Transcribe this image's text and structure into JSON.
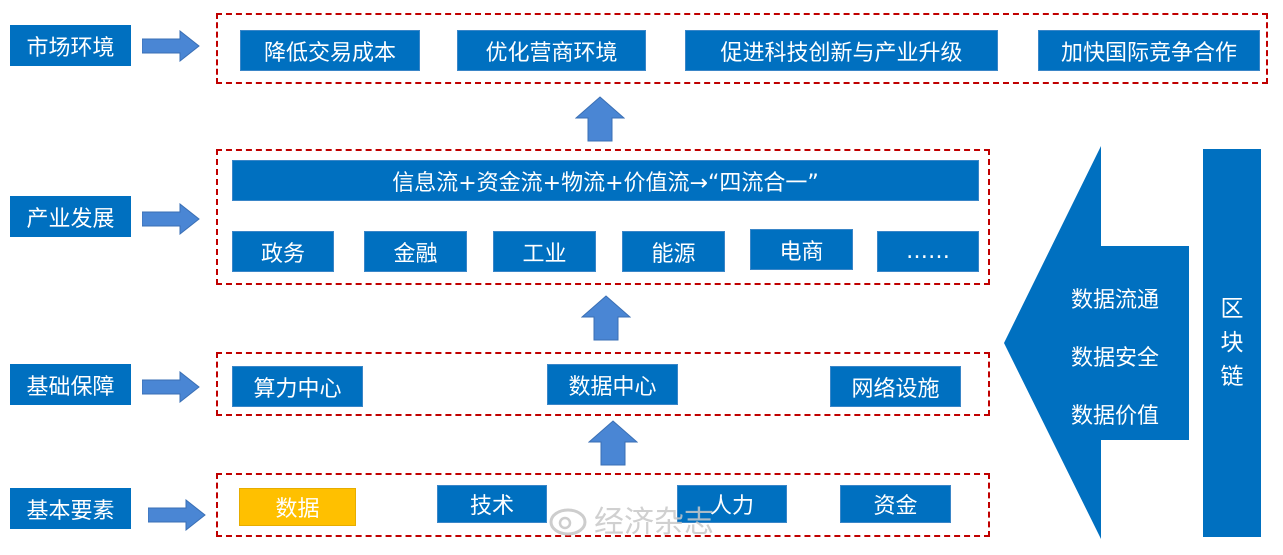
{
  "rows": [
    {
      "label": "市场环境",
      "items": [
        "降低交易成本",
        "优化营商环境",
        "促进科技创新与产业升级",
        "加快国际竞争合作"
      ]
    },
    {
      "label": "产业发展",
      "banner": "信息流+资金流+物流+价值流→“四流合一”",
      "items": [
        "政务",
        "金融",
        "工业",
        "能源",
        "电商",
        "……"
      ]
    },
    {
      "label": "基础保障",
      "items": [
        "算力中心",
        "数据中心",
        "网络设施"
      ]
    },
    {
      "label": "基本要素",
      "items": [
        "数据",
        "技术",
        "人力",
        "资金"
      ]
    }
  ],
  "blockchain": {
    "label": [
      "区",
      "块",
      "链"
    ],
    "values": [
      "数据流通",
      "数据安全",
      "数据价值"
    ]
  },
  "watermark": "经济杂志",
  "colors": {
    "blue": "#0070c0",
    "arrow": "#4a86d4",
    "highlight": "#ffc000",
    "dash": "#c00000"
  }
}
